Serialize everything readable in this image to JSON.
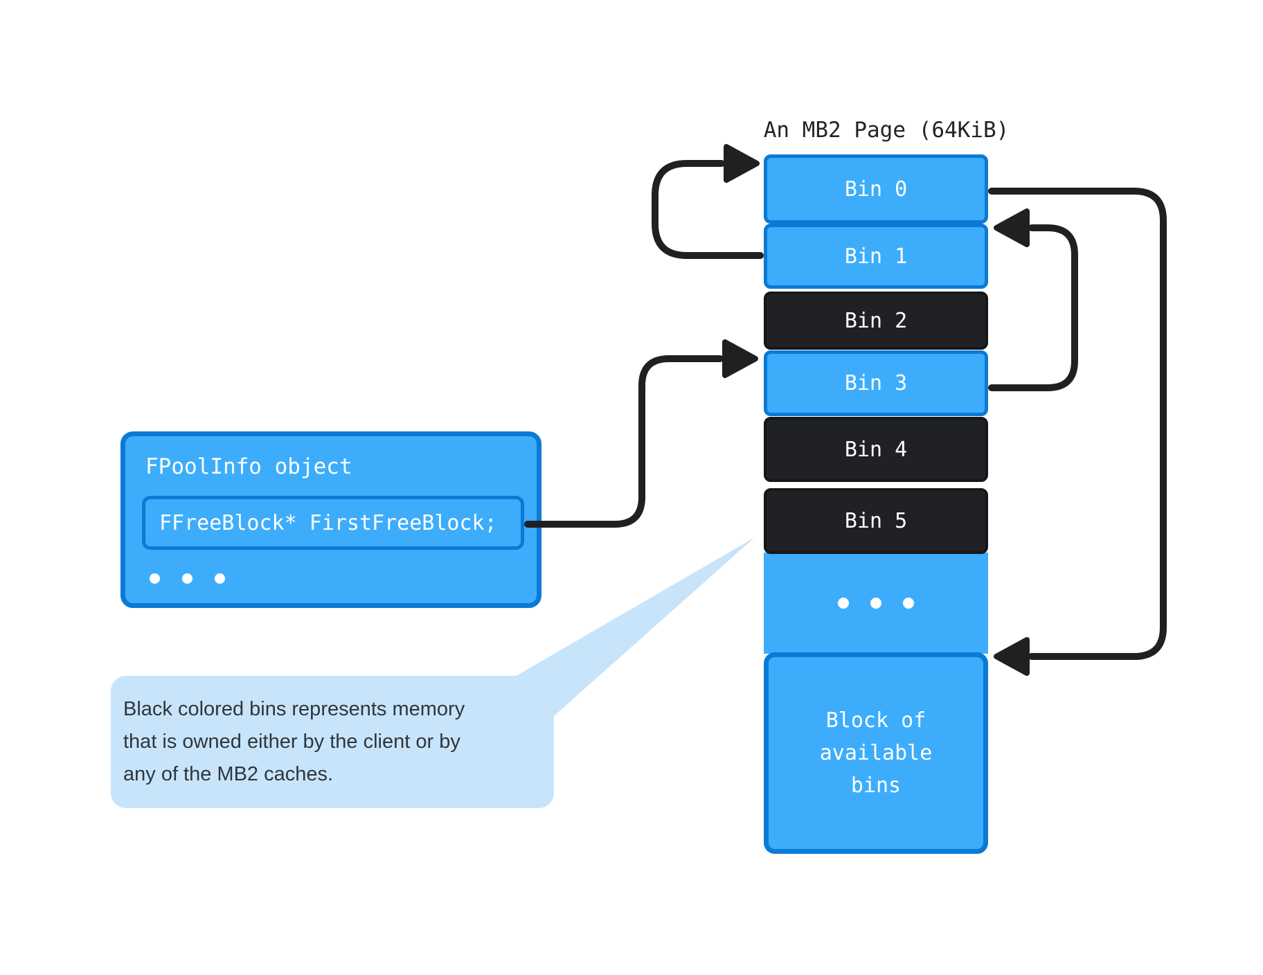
{
  "diagram": {
    "title": "An MB2 Page (64KiB)",
    "bins": [
      {
        "label": "Bin 0",
        "state": "free"
      },
      {
        "label": "Bin 1",
        "state": "free"
      },
      {
        "label": "Bin 2",
        "state": "owned"
      },
      {
        "label": "Bin 3",
        "state": "free"
      },
      {
        "label": "Bin 4",
        "state": "owned"
      },
      {
        "label": "Bin 5",
        "state": "owned"
      }
    ],
    "ellipsis": "dots",
    "block_label": "Block of\navailable\nbins"
  },
  "pool_info": {
    "title": "FPoolInfo object",
    "field": "FFreeBlock* FirstFreeBlock;",
    "ellipsis": "dots"
  },
  "callout": {
    "text": "Black colored bins represents memory\nthat is owned either by the client or by\nany of the MB2 caches."
  },
  "colors": {
    "bin_blue": "#3DADFB",
    "bin_border": "#0A7AD5",
    "bin_black": "#202124",
    "callout_bg": "#C8E4FA",
    "arrow": "#1E2022"
  }
}
